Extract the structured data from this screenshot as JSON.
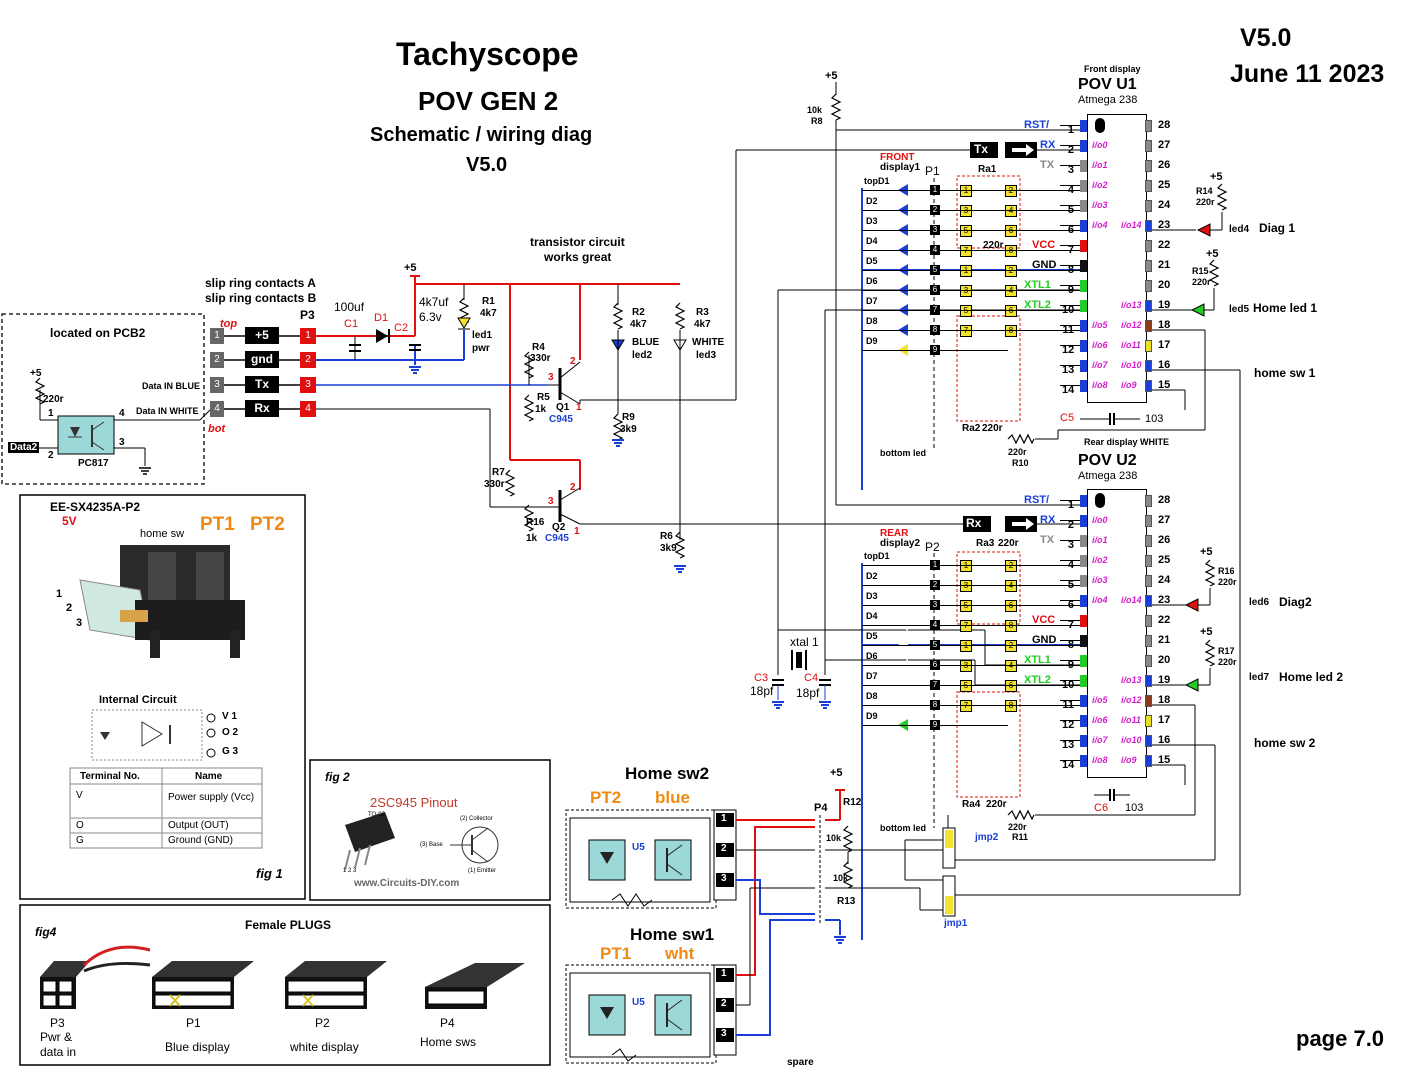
{
  "title": {
    "main": "Tachyscope",
    "sub1": "POV GEN 2",
    "sub2": "Schematic / wiring diag",
    "sub3": "V5.0",
    "version": "V5.0",
    "date": "June 11 2023",
    "page": "page 7.0"
  },
  "notes": {
    "transistor": [
      "transistor circuit",
      "works great"
    ],
    "slip": [
      "slip ring contacts A",
      "slip ring contacts B"
    ],
    "pcb2": "located on PCB2",
    "spare": "spare"
  },
  "p3": {
    "label": "P3",
    "pins": [
      {
        "num": "1",
        "name": "+5",
        "tag": "top"
      },
      {
        "num": "2",
        "name": "gnd",
        "tag": ""
      },
      {
        "num": "3",
        "name": "Tx",
        "tag": ""
      },
      {
        "num": "4",
        "name": "Rx",
        "tag": "bot"
      }
    ]
  },
  "opto": {
    "part": "PC817",
    "data2": "Data2",
    "r": "220r",
    "vcc": "+5",
    "in_blue": "Data IN BLUE",
    "in_white": "Data IN WHITE",
    "pins": [
      "1",
      "2",
      "3",
      "4"
    ]
  },
  "power": {
    "c1": "C1",
    "c1v": "100uf",
    "d1": "D1",
    "c2": "C2",
    "c2v": "4k7uf",
    "c2v2": "6.3v",
    "r1": "R1",
    "r1v": "4k7",
    "led1": "led1",
    "led1b": "pwr",
    "plus5": "+5"
  },
  "tr": {
    "r2": "R2",
    "r2v": "4k7",
    "led2": "BLUE",
    "led2b": "led2",
    "r3": "R3",
    "r3v": "4k7",
    "led3": "WHITE",
    "led3b": "led3",
    "r4": "R4",
    "r4v": "330r",
    "r5": "R5",
    "r5v": "1k",
    "q1": "Q1",
    "q1t": "C945",
    "r9": "R9",
    "r9v": "3k9",
    "r7": "R7",
    "r7v": "330r",
    "r16": "R16",
    "r16v": "1k",
    "q2": "Q2",
    "q2t": "C945",
    "r6": "R6",
    "r6v": "3k9",
    "pin1": "1",
    "pin2": "2",
    "pin3": "3"
  },
  "mcu_u1": {
    "caption": "Front display",
    "name": "POV U1",
    "chip": "Atmega 238",
    "left": [
      {
        "n": "1",
        "label": "RST/",
        "color": "#1a3fd6",
        "io": ""
      },
      {
        "n": "2",
        "label": "RX",
        "color": "#1a3fd6",
        "io": "i/o0"
      },
      {
        "n": "3",
        "label": "TX",
        "color": "#888888",
        "io": "i/o1"
      },
      {
        "n": "4",
        "label": "",
        "color": "#888888",
        "io": "i/o2"
      },
      {
        "n": "5",
        "label": "",
        "color": "#888888",
        "io": "i/o3"
      },
      {
        "n": "6",
        "label": "",
        "color": "#1a3fd6",
        "io": "i/o4"
      },
      {
        "n": "7",
        "label": "VCC",
        "color": "#e01010",
        "io": ""
      },
      {
        "n": "8",
        "label": "GND",
        "color": "#111111",
        "io": ""
      },
      {
        "n": "9",
        "label": "XTL1",
        "color": "#22cc22",
        "io": ""
      },
      {
        "n": "10",
        "label": "XTL2",
        "color": "#22cc22",
        "io": ""
      },
      {
        "n": "11",
        "label": "",
        "color": "#1a3fd6",
        "io": "i/o5"
      },
      {
        "n": "12",
        "label": "",
        "color": "#1a3fd6",
        "io": "i/o6"
      },
      {
        "n": "13",
        "label": "",
        "color": "#1a3fd6",
        "io": "i/o7"
      },
      {
        "n": "14",
        "label": "",
        "color": "#1a3fd6",
        "io": "i/o8"
      }
    ],
    "right": [
      {
        "n": "28",
        "color": "#888888",
        "io": ""
      },
      {
        "n": "27",
        "color": "#888888",
        "io": ""
      },
      {
        "n": "26",
        "color": "#888888",
        "io": ""
      },
      {
        "n": "25",
        "color": "#888888",
        "io": ""
      },
      {
        "n": "24",
        "color": "#888888",
        "io": ""
      },
      {
        "n": "23",
        "color": "#1a3fd6",
        "io": "i/o14"
      },
      {
        "n": "22",
        "color": "#888888",
        "io": ""
      },
      {
        "n": "21",
        "color": "#888888",
        "io": ""
      },
      {
        "n": "20",
        "color": "#888888",
        "io": ""
      },
      {
        "n": "19",
        "color": "#1a3fd6",
        "io": "i/o13"
      },
      {
        "n": "18",
        "color": "#8b3a1a",
        "io": "i/o12"
      },
      {
        "n": "17",
        "color": "#e8e020",
        "io": "i/o11"
      },
      {
        "n": "16",
        "color": "#1a3fd6",
        "io": "i/o10"
      },
      {
        "n": "15",
        "color": "#1a3fd6",
        "io": "i/o9"
      }
    ]
  },
  "mcu_u2": {
    "caption": "Rear display WHITE",
    "name": "POV U2",
    "chip": "Atmega 238"
  },
  "disp1": {
    "title": "FRONT",
    "title2": "display1",
    "p": "P1",
    "ra1": "Ra1",
    "ra2": "Ra2",
    "ra2v": "220r",
    "ra1v": "220r",
    "leds": [
      "topD1",
      "D2",
      "D3",
      "D4",
      "D5",
      "D6",
      "D7",
      "D8",
      "D9"
    ],
    "bottom": "bottom led",
    "r10": "R10",
    "r10v": "220r",
    "c5": "C5",
    "c5v": "103"
  },
  "disp2": {
    "title": "REAR",
    "title2": "display2",
    "p": "P2",
    "ra3": "Ra3",
    "ra3v": "220r",
    "ra4": "Ra4",
    "ra4v": "220r",
    "leds": [
      "topD1",
      "D2",
      "D3",
      "D4",
      "D5",
      "D6",
      "D7",
      "D8",
      "D9"
    ],
    "bottom": "bottom led",
    "r11": "R11",
    "r11v": "220r",
    "c6": "C6",
    "c6v": "103"
  },
  "serial": {
    "tx": "Tx",
    "rx": "Rx"
  },
  "right_side": {
    "led4": "led4",
    "diag1": "Diag 1",
    "r14": "R14",
    "r14v": "220r",
    "led5": "led5",
    "home1": "Home led 1",
    "r15": "R15",
    "r15v": "220r",
    "homesw1": "home sw 1",
    "led6": "led6",
    "diag2": "Diag2",
    "r16": "R16",
    "r16v": "220r",
    "led7": "led7",
    "home2": "Home led 2",
    "r17": "R17",
    "r17v": "220r",
    "homesw2": "home sw 2",
    "plus5": "+5",
    "r8": "R8",
    "r8v": "10k"
  },
  "xtal": {
    "name": "xtal 1",
    "c3": "C3",
    "c3v": "18pf",
    "c4": "C4",
    "c4v": "18pf"
  },
  "fig1": {
    "part": "EE-SX4235A-P2",
    "volt": "5V",
    "homesw": "home sw",
    "pt1": "PT1",
    "pt2": "PT2",
    "n1": "1",
    "n2": "2",
    "n3": "3",
    "internal": "Internal Circuit",
    "pins": [
      "V 1",
      "O 2",
      "G 3"
    ],
    "table_head": [
      "Terminal No.",
      "Name"
    ],
    "table_rows": [
      [
        "V",
        "Power supply (Vcc)"
      ],
      [
        "O",
        "Output (OUT)"
      ],
      [
        "G",
        "Ground (GND)"
      ]
    ],
    "label": "fig 1"
  },
  "fig2": {
    "label": "fig 2",
    "title": "2SC945 Pinout",
    "pkg": "TO-92",
    "coll": "(2) Collector",
    "base": "(3) Base",
    "emit": "(1) Emitter",
    "pins": "1 2 3",
    "web": "www.Circuits-DIY.com"
  },
  "fig4": {
    "label": "fig4",
    "title": "Female PLUGS",
    "plugs": [
      {
        "name": "P3",
        "desc": "Pwr &\ndata in"
      },
      {
        "name": "P1",
        "desc": "Blue display"
      },
      {
        "name": "P2",
        "desc": "white display"
      },
      {
        "name": "P4",
        "desc": "Home sws"
      }
    ]
  },
  "home": {
    "sw2": "Home sw2",
    "sw2_pt": "PT2",
    "sw2_col": "blue",
    "sw1": "Home sw1",
    "sw1_pt": "PT1",
    "sw1_col": "wht",
    "u5": "U5",
    "p4": "P4",
    "r12": "R12",
    "r12v": "10k",
    "r13": "R13",
    "r13v": "10k",
    "jmp1": "jmp1",
    "jmp2": "jmp2",
    "plus5": "+5"
  }
}
